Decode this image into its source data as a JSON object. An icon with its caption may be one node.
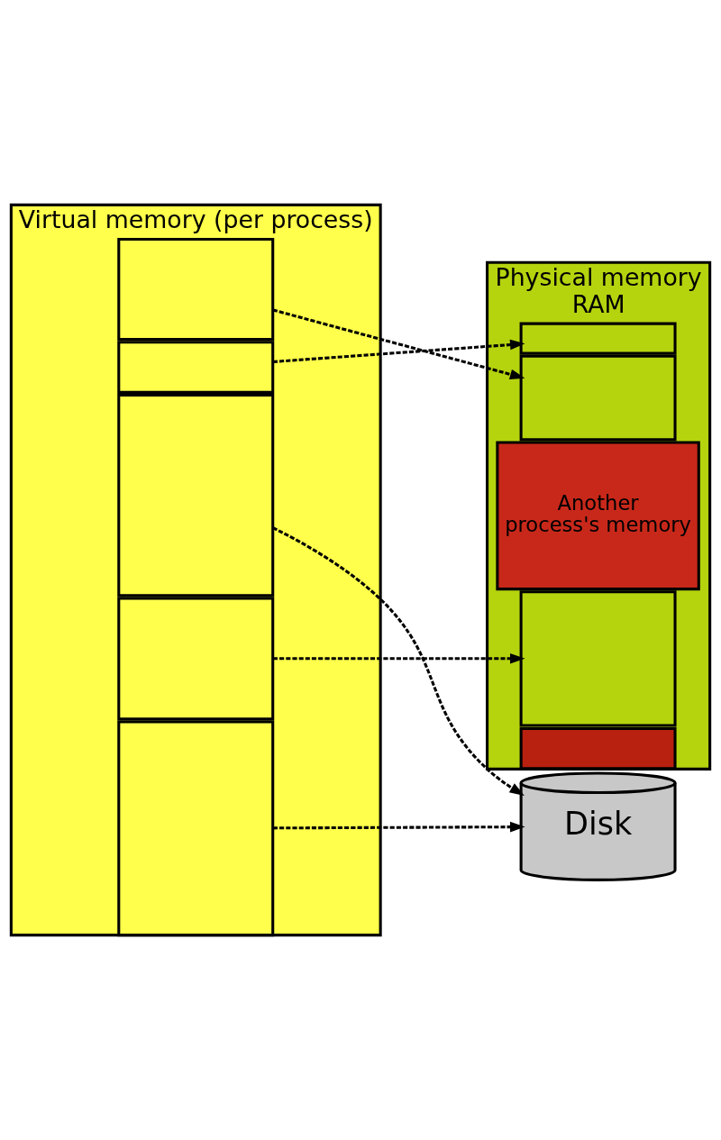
{
  "diagram": {
    "nodes": [
      {
        "text": [
          "Virtual memory (per process)"
        ]
      },
      {
        "text": [],
        "shape": "box",
        "in": 0
      },
      {
        "text": [],
        "shape": "box",
        "in": 0
      },
      {
        "text": [],
        "shape": "box",
        "in": 0
      },
      {
        "text": [],
        "shape": "box",
        "in": 0
      },
      {
        "text": [],
        "shape": "box",
        "in": 0
      },
      {
        "text": [
          "Physical memory",
          "RAM"
        ]
      },
      {
        "text": [],
        "shape": "box",
        "in": 6
      },
      {
        "text": [],
        "shape": "box",
        "in": 6
      },
      {
        "text": [
          "Another process's memory"
        ],
        "in": 6
      },
      {
        "text": [],
        "shape": "box",
        "in": 6
      },
      {
        "text": [],
        "shape": "box",
        "in": 6
      },
      {
        "text": [
          "Disk"
        ]
      }
    ],
    "edges": [
      {
        "from": 1,
        "to": 8,
        "arrow": "to",
        "style": "dashed"
      },
      {
        "from": 2,
        "to": 7,
        "arrow": "to",
        "style": "dashed"
      },
      {
        "from": 3,
        "to": 12,
        "arrow": "to",
        "style": "dashed"
      },
      {
        "from": 4,
        "to": 10,
        "arrow": "to",
        "style": "dashed"
      },
      {
        "from": 5,
        "to": 12,
        "arrow": "to",
        "style": "dashed"
      }
    ]
  }
}
